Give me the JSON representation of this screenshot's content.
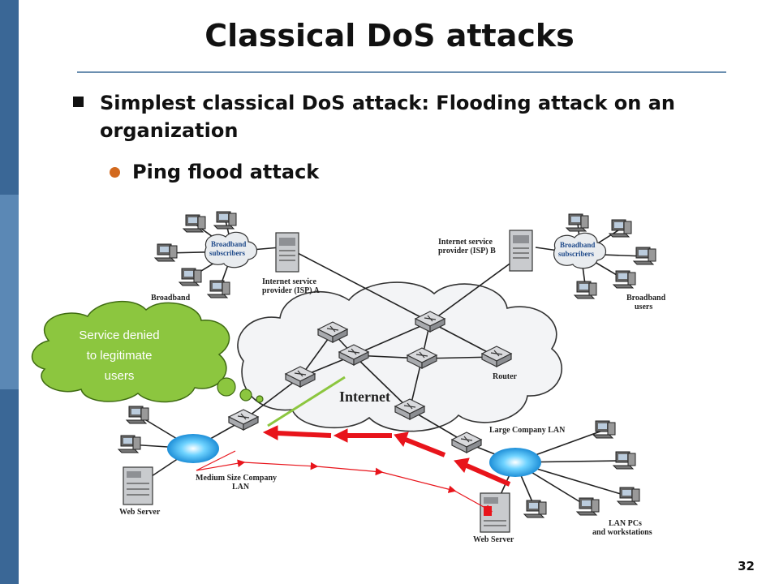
{
  "slide": {
    "title": "Classical DoS attacks",
    "bullet_1": "Simplest classical DoS attack:  Flooding attack on an organization",
    "bullet_2": "Ping flood attack",
    "page_number": "32"
  },
  "callout": {
    "line_1": "Service denied",
    "line_2": "to legitimate",
    "line_3": "users"
  },
  "diagram": {
    "internet": "Internet",
    "router": "Router",
    "isp_a_line_1": "Internet service",
    "isp_a_line_2": "provider (ISP) A",
    "isp_b_line_1": "Internet service",
    "isp_b_line_2": "provider (ISP) B",
    "broadband_subscribers_left_1": "Broadband",
    "broadband_subscribers_left_2": "subscribers",
    "broadband_subscribers_right_1": "Broadband",
    "broadband_subscribers_right_2": "subscribers",
    "broadband_users_left": "Broadband",
    "broadband_users_right_1": "Broadband",
    "broadband_users_right_2": "users",
    "large_company_lan": "Large Company LAN",
    "medium_lan_1": "Medium Size Company",
    "medium_lan_2": "LAN",
    "web_server_left": "Web Server",
    "web_server_right": "Web Server",
    "lan_pcs_1": "LAN PCs",
    "lan_pcs_2": "and workstations"
  },
  "colors": {
    "accent_bar": "#3a6796",
    "callout_fill": "#8cc63f",
    "attack_arrow": "#e8141b",
    "bullet_dot": "#d2691e"
  }
}
